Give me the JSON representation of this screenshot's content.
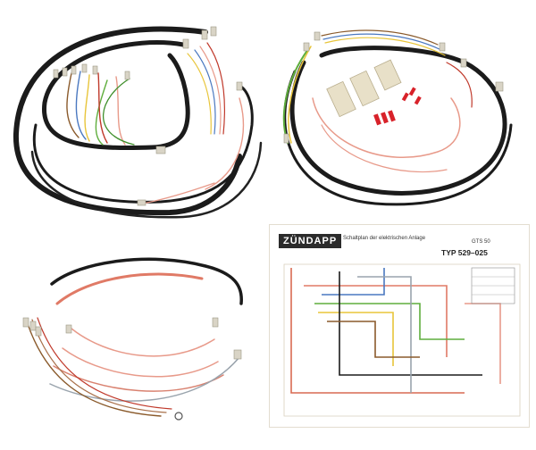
{
  "diagram_card": {
    "brand": "ZÜNDAPP",
    "subtitle": "Schaltplan der elektrischen Anlage",
    "model": "GTS 50",
    "type_label": "TYP 529–025"
  },
  "colors": {
    "cable_black": "#1b1b1b",
    "wire_red": "#c0392b",
    "wire_pink": "#e89a8a",
    "wire_green": "#5fae3d",
    "wire_yellow": "#e8c53a",
    "wire_blue": "#4a78c0",
    "wire_brown": "#8a5a2b",
    "wire_grey": "#9aa4ad",
    "connector_red": "#d8222a",
    "terminal_board": "#e8e0c8",
    "diagram_paper": "#f4efe6"
  }
}
